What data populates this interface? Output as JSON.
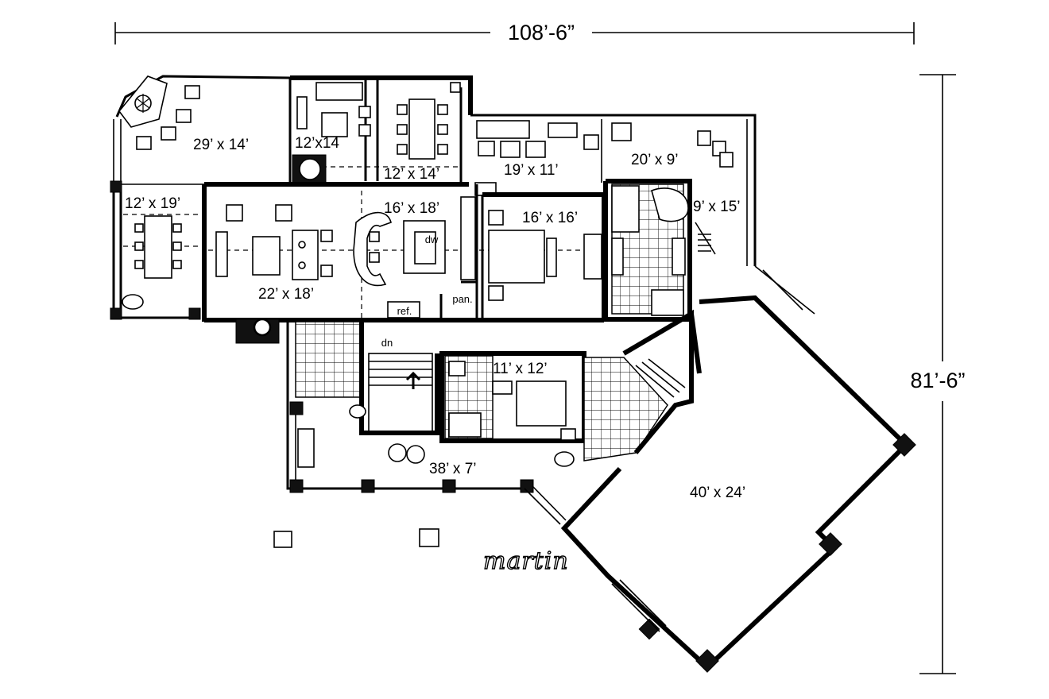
{
  "dimensions": {
    "width": "108’-6”",
    "depth": "81’-6”"
  },
  "rooms": {
    "porch_nw": "29’ x 14’",
    "den": "12’x14",
    "dining": "12’ x 14’",
    "screened_porch": "19’ x 11’",
    "deck_ne": "20’ x 9’",
    "sunroom_w": "12’ x 19’",
    "great_room": "22’ x 18’",
    "kitchen": "16’ x 18’",
    "master_bedroom": "16’ x 16’",
    "master_bath": "9’ x 15’",
    "bedroom_2": "11’ x 12’",
    "front_porch": "38’ x 7’",
    "garage": "40’ x 24’"
  },
  "fixtures": {
    "dishwasher": "dw",
    "refrigerator": "ref.",
    "pantry": "pan.",
    "stair_down": "dn"
  },
  "signature": "martin"
}
